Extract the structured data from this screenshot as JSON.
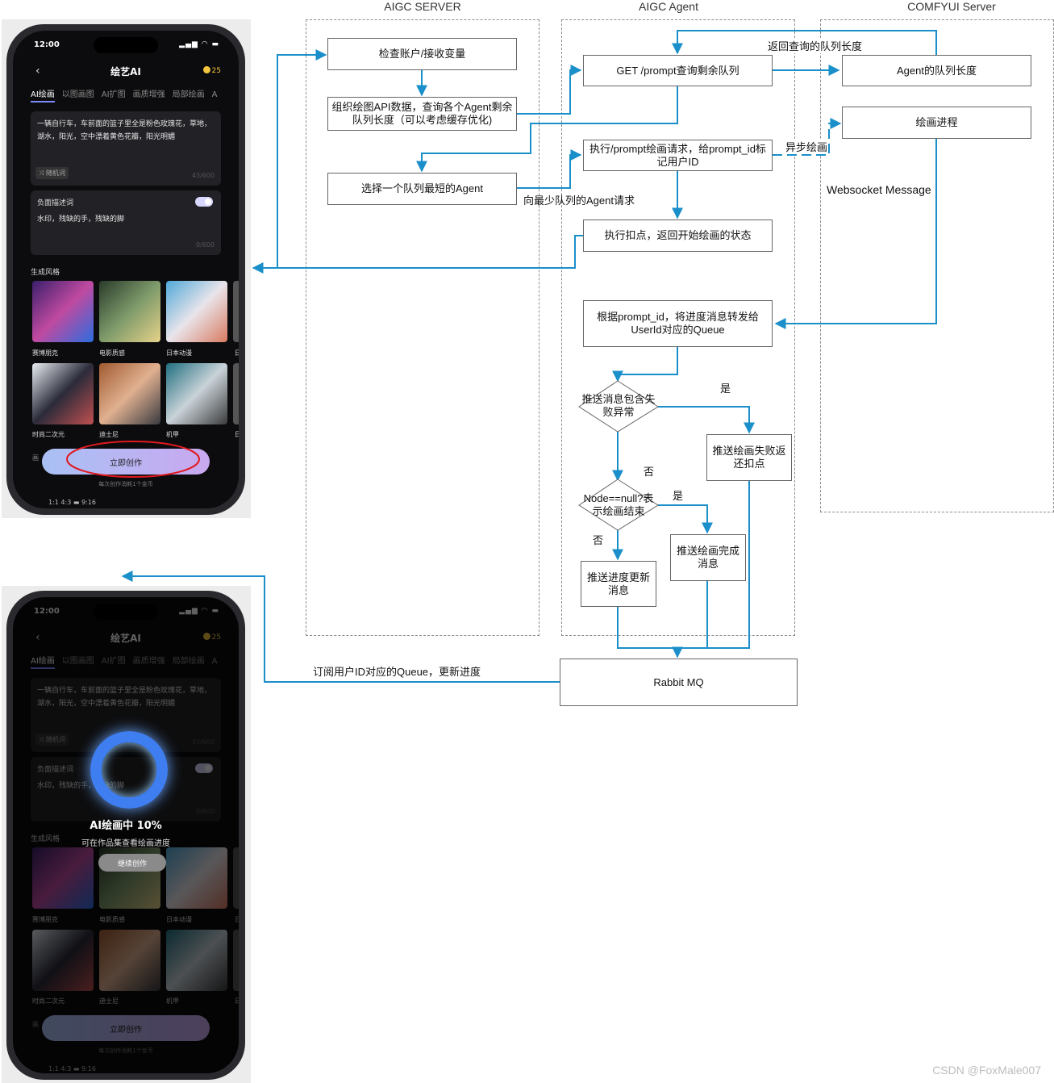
{
  "lanes": {
    "server": "AIGC SERVER",
    "agent": "AIGC Agent",
    "comfy": "COMFYUI Server"
  },
  "boxes": {
    "check_account": "检查账户/接收变量",
    "collect_queue": "组织绘图API数据，查询各个Agent剩余队列长度（可以考虑缓存优化)",
    "choose_agent": "选择一个队列最短的Agent",
    "get_prompt": "GET /prompt查询剩余队列",
    "exec_prompt": "执行/prompt绘画请求，给prompt_id标记用户ID",
    "deduct": "执行扣点，返回开始绘画的状态",
    "forward": "根据prompt_id，将进度消息转发给UserId对应的Queue",
    "agent_queue_len": "Agent的队列长度",
    "draw_progress": "绘画进程",
    "push_fail": "推送绘画失败返还扣点",
    "push_done": "推送绘画完成消息",
    "push_progress": "推送进度更新消息",
    "rabbit": "Rabbit MQ"
  },
  "decisions": {
    "fail_check": "推送消息包含失败异常",
    "node_null": "Node==null?表示绘画结束"
  },
  "labels": {
    "return_queue_len": "返回查询的队列长度",
    "async_draw": "异步绘画",
    "ws_message": "Websocket Message",
    "request_agent": "向最少队列的Agent请求",
    "yes1": "是",
    "no1": "否",
    "yes2": "是",
    "no2": "否",
    "subscribe": "订阅用户ID对应的Queue，更新进度"
  },
  "phone": {
    "time": "12:00",
    "title": "绘艺AI",
    "coins": "25",
    "tabs": [
      "AI绘画",
      "以图画图",
      "AI扩图",
      "画质增强",
      "局部绘画",
      "A"
    ],
    "prompt": "一辆自行车，车前面的篮子里全是粉色玫瑰花，草地，湖水，阳光，空中漂着黄色花瓣，阳光明媚",
    "random_chip": "⤨ 随机词",
    "prompt_count": "43/600",
    "negative_title": "负面描述词",
    "negative_text": "水印，残缺的手，残缺的脚",
    "negative_count": "0/600",
    "style_title": "生成风格",
    "styles_row1": [
      "赛博朋克",
      "电影质感",
      "日本动漫",
      "日"
    ],
    "styles_row2": [
      "时尚二次元",
      "迪士尼",
      "机甲",
      "日"
    ],
    "create_button": "立即创作",
    "create_sub": "每次创作消耗1个金币",
    "ratios": "1:1        4:3    ▬    9:16",
    "partial_label": "画"
  },
  "phone2": {
    "progress": "AI绘画中 10%",
    "progress_sub": "可在作品集查看绘画进度",
    "continue_button": "继续创作"
  },
  "watermark": "CSDN @FoxMale007"
}
